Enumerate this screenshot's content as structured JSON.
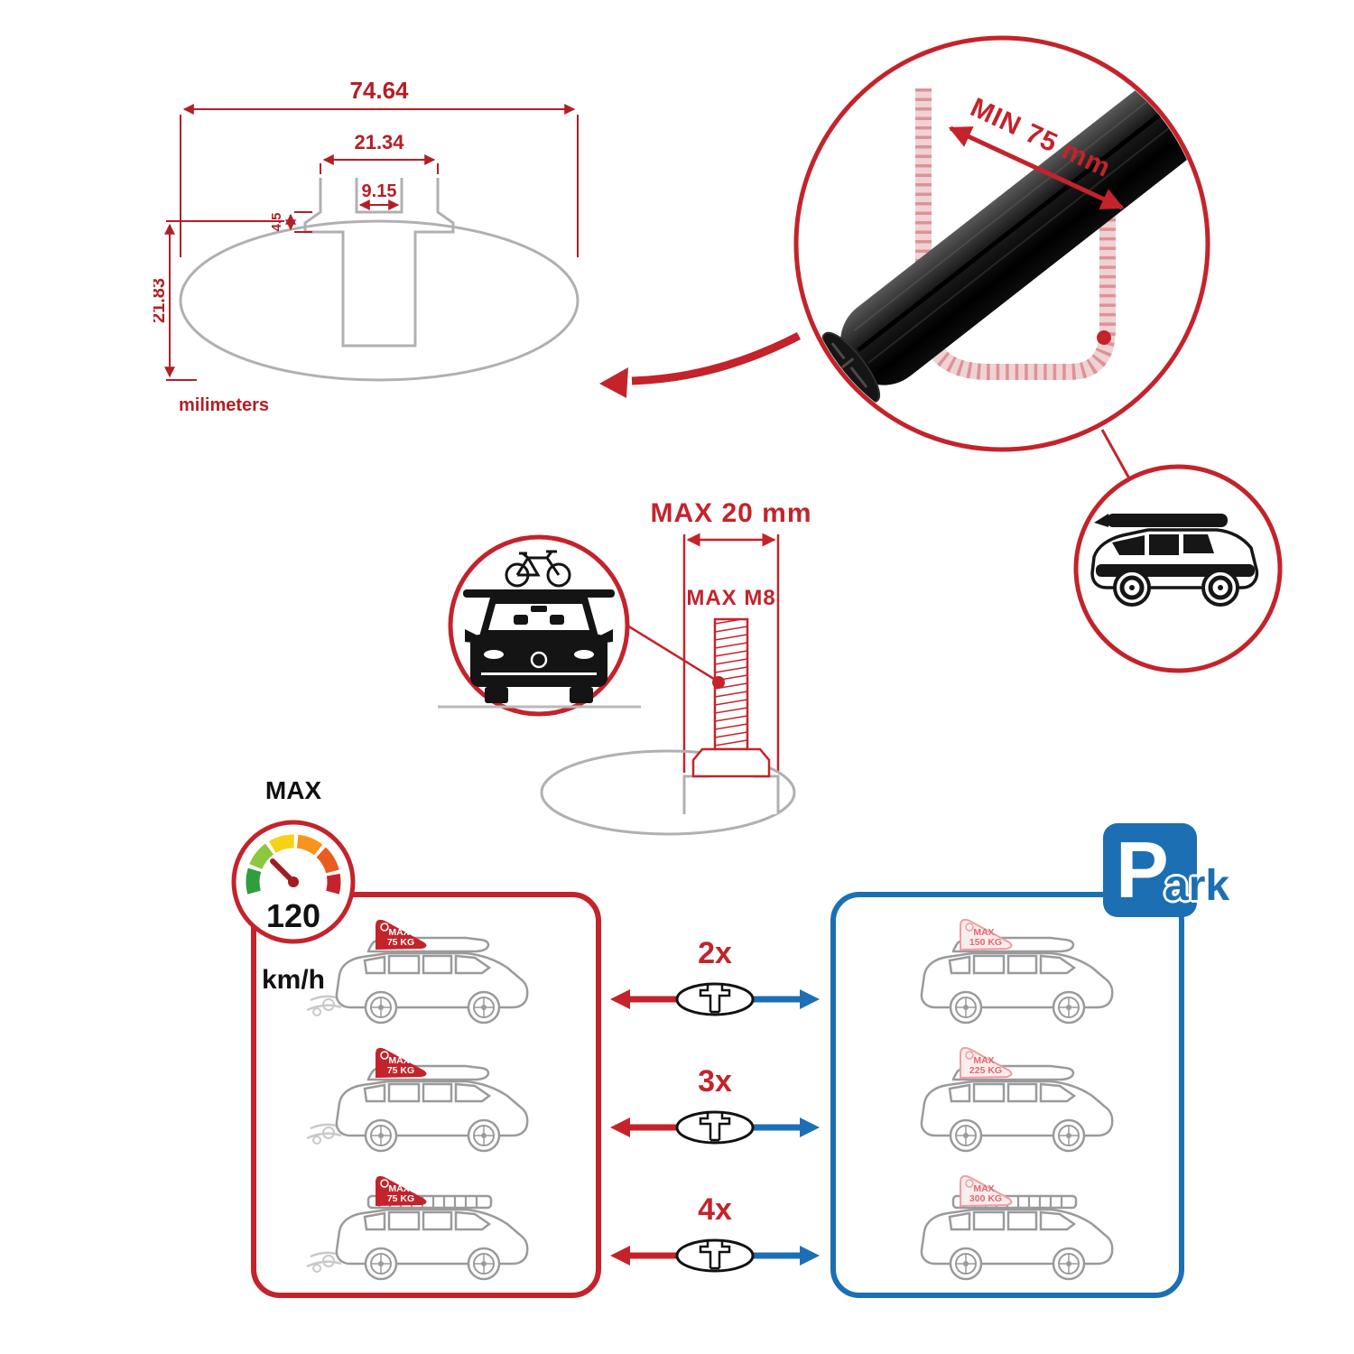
{
  "colors": {
    "red": "#c4232b",
    "blue": "#1c6fb2",
    "dim_red": "#b21f26",
    "gray": "#b0b0b0",
    "black": "#141414"
  },
  "dimension_drawing": {
    "total_width": "74.64",
    "channel_width": "21.34",
    "slot_width": "9.15",
    "slot_depth": "4.5",
    "total_height": "21.83",
    "units_label": "milimeters"
  },
  "crossbar_detail": {
    "min_span_label": "MIN 75 mm"
  },
  "bolt_detail": {
    "max_width_label": "MAX 20 mm",
    "max_thread_label": "MAX M8"
  },
  "speed_gauge": {
    "title": "MAX",
    "value": "120",
    "unit": "km/h"
  },
  "park_sign": {
    "letter": "P",
    "suffix": "ark"
  },
  "load_rows": [
    {
      "qty": "2x",
      "limit_tag_line1": "MAX",
      "limit_tag_line2": "75 KG",
      "park_tag_line1": "MAX",
      "park_tag_line2": "150 KG"
    },
    {
      "qty": "3x",
      "limit_tag_line1": "MAX",
      "limit_tag_line2": "75 KG",
      "park_tag_line1": "MAX",
      "park_tag_line2": "225 KG"
    },
    {
      "qty": "4x",
      "limit_tag_line1": "MAX",
      "limit_tag_line2": "75 KG",
      "park_tag_line1": "MAX",
      "park_tag_line2": "300 KG"
    }
  ]
}
